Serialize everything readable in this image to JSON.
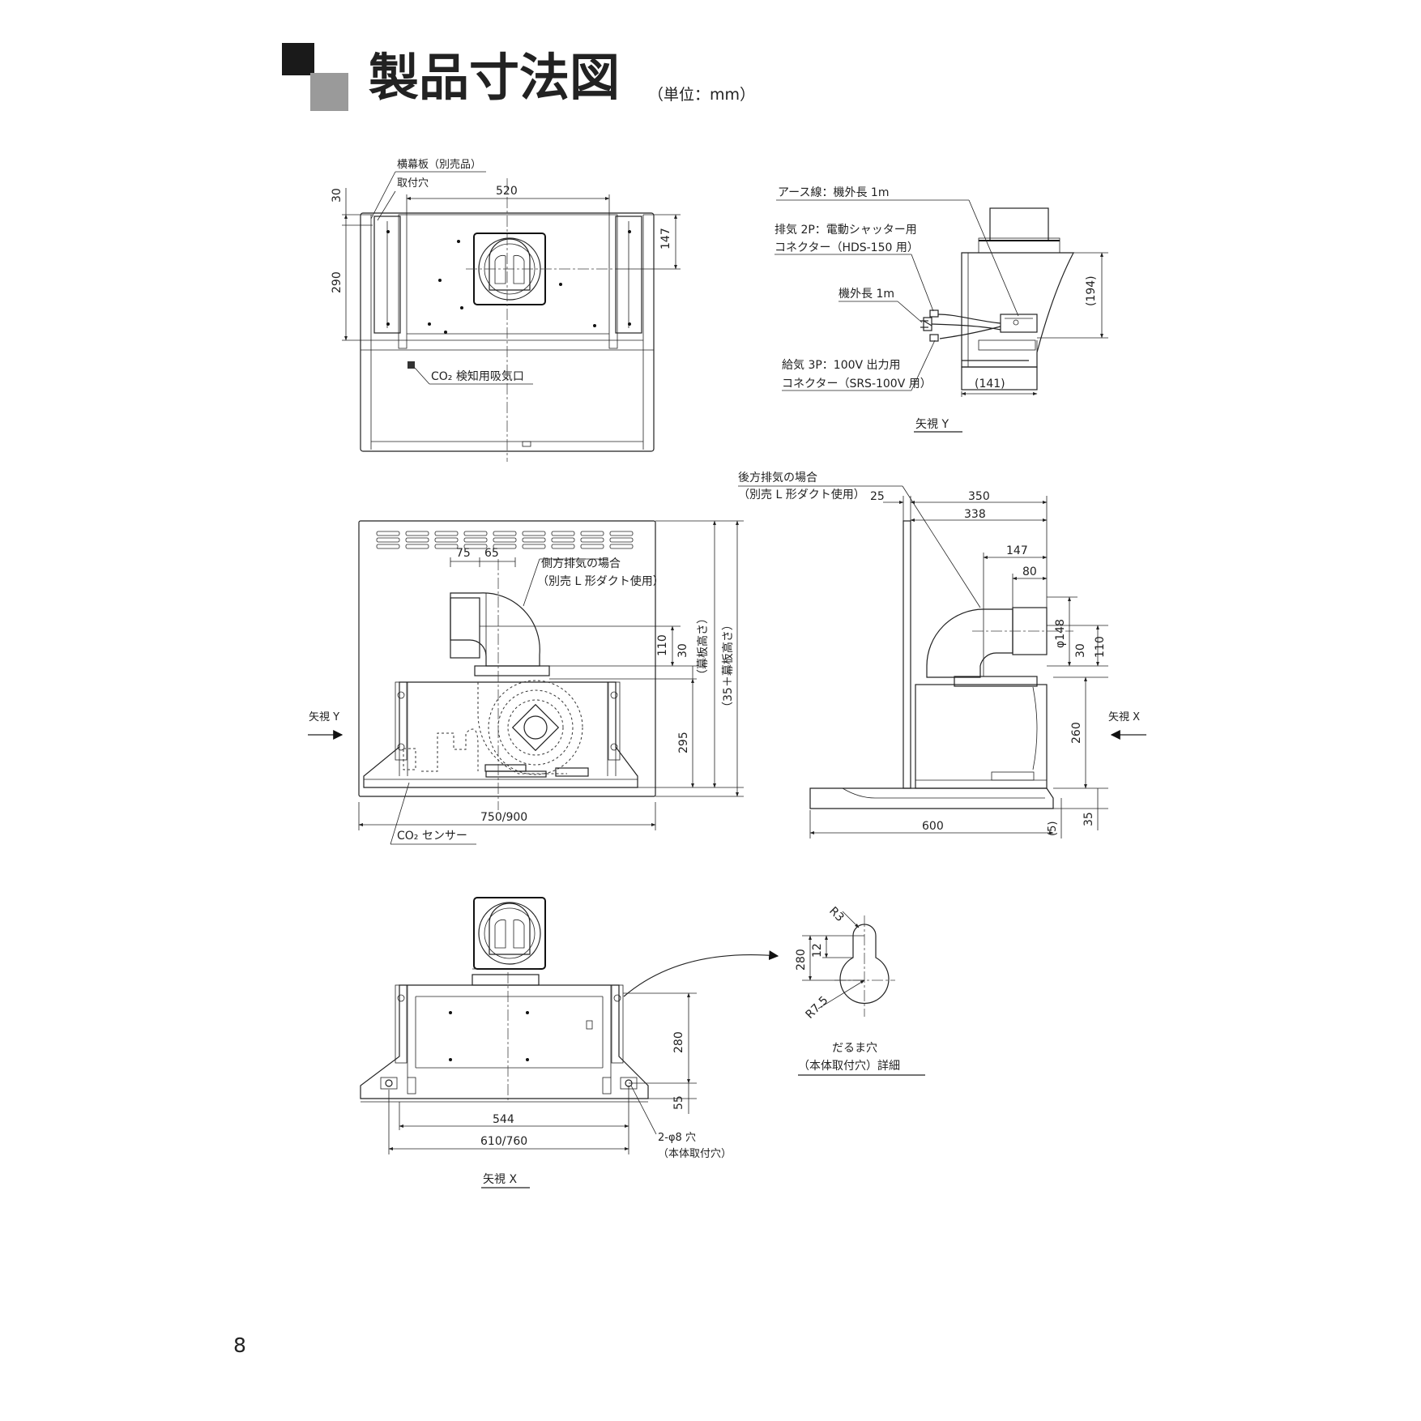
{
  "header": {
    "title": "製品寸法図",
    "unit": "（単位：mm）"
  },
  "top_view": {
    "label_panel": "横幕板（別売品）",
    "label_hole": "取付穴",
    "dim_width": "520",
    "dim_top": "30",
    "dim_height": "290",
    "dim_duct": "147",
    "label_co2": "CO₂ 検知用吸気口"
  },
  "view_y": {
    "label_earth": "アース線：機外長 1m",
    "label_exhaust_1": "排気 2P：電動シャッター用",
    "label_exhaust_2": "コネクター（HDS-150 用）",
    "label_cord": "機外長 1m",
    "label_supply_1": "給気 3P：100V 出力用",
    "label_supply_2": "コネクター（SRS-100V 用）",
    "dim_194": "(194)",
    "dim_141": "(141)",
    "caption": "矢視 Y"
  },
  "front_view": {
    "dim_75": "75",
    "dim_65": "65",
    "label_side_1": "側方排気の場合",
    "label_side_2": "（別売 L 形ダクト使用）",
    "dim_110": "110",
    "dim_30": "30",
    "dim_panel": "（幕板高さ）",
    "dim_total": "（35＋幕板高さ）",
    "dim_295": "295",
    "arrow_label": "矢視 Y",
    "dim_width": "750/900",
    "label_co2": "CO₂ センサー"
  },
  "side_view": {
    "label_rear_1": "後方排気の場合",
    "label_rear_2": "（別売 L 形ダクト使用）",
    "dim_25": "25",
    "dim_350": "350",
    "dim_338": "338",
    "dim_147": "147",
    "dim_80": "80",
    "dim_148": "φ148",
    "dim_30": "30",
    "dim_110": "110",
    "arrow_label": "矢視 X",
    "dim_260": "260",
    "dim_600": "600",
    "dim_5": "(5)",
    "dim_35": "35"
  },
  "view_x": {
    "dim_280": "280",
    "dim_55": "55",
    "dim_544": "544",
    "dim_610": "610/760",
    "label_hole_1": "2-φ8 穴",
    "label_hole_2": "（本体取付穴）",
    "caption": "矢視 X"
  },
  "detail": {
    "dim_r3": "R3",
    "dim_280": "280",
    "dim_12": "12",
    "dim_r75": "R7.5",
    "caption_1": "だるま穴",
    "caption_2": "（本体取付穴）詳細"
  },
  "footer": {
    "page_number": "8"
  }
}
